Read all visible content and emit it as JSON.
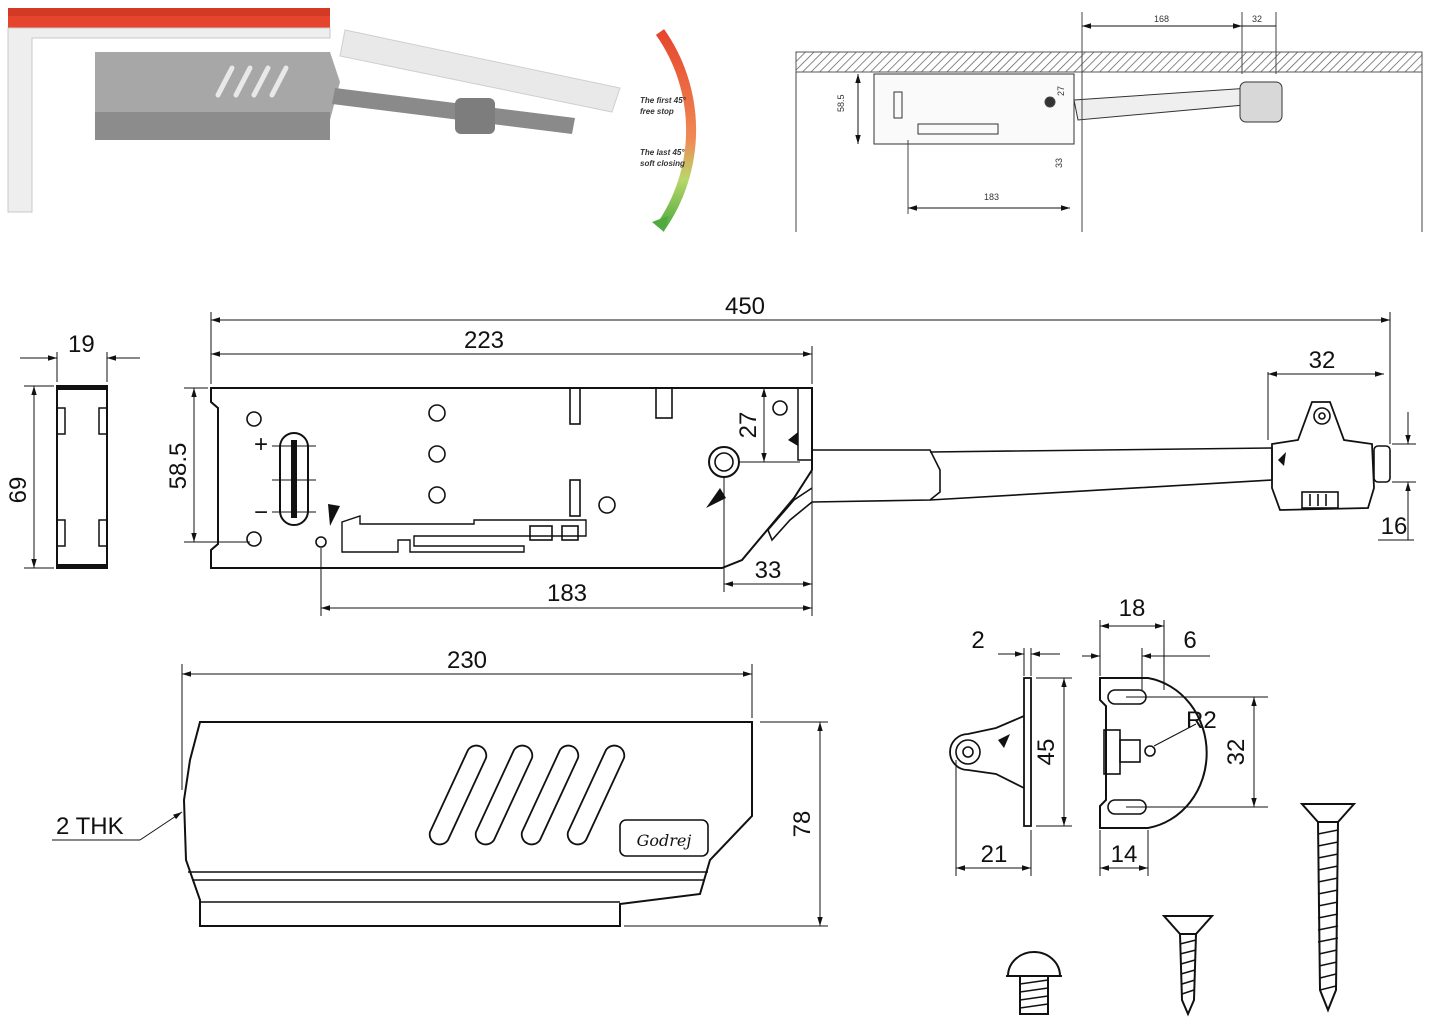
{
  "photo_left": {
    "arc_label_1": "The first 45°",
    "arc_label_1b": "free stop",
    "arc_label_2": "The last 45°",
    "arc_label_2b": "soft closing"
  },
  "photo_right": {
    "dim_top": "168",
    "dim_top_small": "32",
    "dim_side": "58.5",
    "dim_side_small": "27",
    "dim_bottom": "183",
    "dim_bottom_small": "33"
  },
  "side_view": {
    "width": "19",
    "height": "69"
  },
  "main_view": {
    "overall": "450",
    "body_length": "223",
    "height": "58.5",
    "hole_offset": "27",
    "mount_length": "183",
    "pivot_offset": "33",
    "end_width": "32",
    "end_height": "16",
    "plus": "+",
    "minus": "−"
  },
  "cover_view": {
    "length": "230",
    "height": "78",
    "thickness_label": "2  THK",
    "logo": "Godrej"
  },
  "bracket_view": {
    "plate_thk": "2",
    "plate_height": "45",
    "plate_depth": "21",
    "block_width": "18",
    "block_offset": "6",
    "hole_spacing": "32",
    "radius": "R2",
    "block_base": "14"
  },
  "colors": {
    "accent_red": "#e6452d",
    "arc_green": "#5fb346",
    "body_grey": "#9a9a9a"
  }
}
